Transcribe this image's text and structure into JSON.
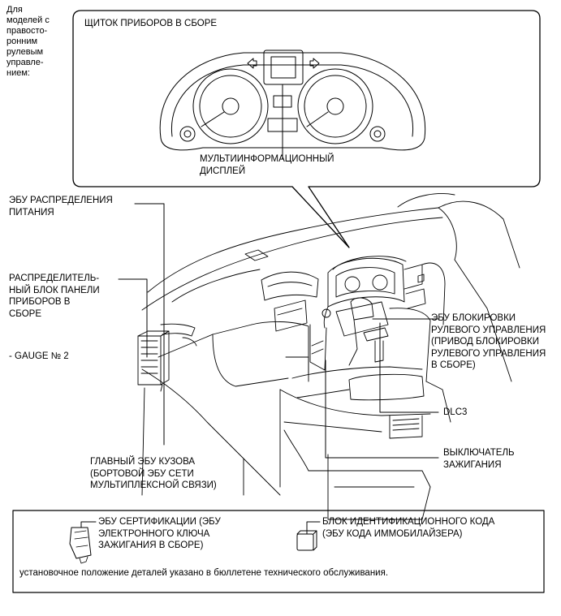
{
  "note_rhd": "Для\nмоделей с\nправосто-\nронним\nрулевым\nуправле-\nнием:",
  "callout": {
    "title": "ЩИТОК ПРИБОРОВ В СБОРЕ",
    "display_label": "МУЛЬТИИНФОРМАЦИОННЫЙ\nДИСПЛЕЙ"
  },
  "labels": {
    "power_ecu": "ЭБУ РАСПРЕДЕЛЕНИЯ\nПИТАНИЯ",
    "junction_block": "РАСПРЕДЕЛИТЕЛЬ-\nНЫЙ БЛОК ПАНЕЛИ\nПРИБОРОВ В\nСБОРЕ",
    "gauge": "- GAUGE № 2",
    "main_body_ecu": "ГЛАВНЫЙ ЭБУ КУЗОВА\n(БОРТОВОЙ ЭБУ СЕТИ\nМУЛЬТИПЛЕКСНОЙ СВЯЗИ)",
    "steering_lock_ecu": "ЭБУ БЛОКИРОВКИ\nРУЛЕВОГО УПРАВЛЕНИЯ\n(ПРИВОД БЛОКИРОВКИ\nРУЛЕВОГО УПРАВЛЕНИЯ\nВ СБОРЕ)",
    "dlc3": "DLC3",
    "ignition_switch": "ВЫКЛЮЧАТЕЛЬ\nЗАЖИГАНИЯ"
  },
  "legend": {
    "certification_ecu": "ЭБУ СЕРТИФИКАЦИИ (ЭБУ\nЭЛЕКТРОННОГО КЛЮЧА\nЗАЖИГАНИЯ В СБОРЕ)",
    "id_code_box": "БЛОК ИДЕНТИФИКАЦИОННОГО КОДА\n(ЭБУ КОДА ИММОБИЛАЙЗЕРА)",
    "footnote": "установочное положение деталей указано в бюллетене технического обслуживания."
  }
}
